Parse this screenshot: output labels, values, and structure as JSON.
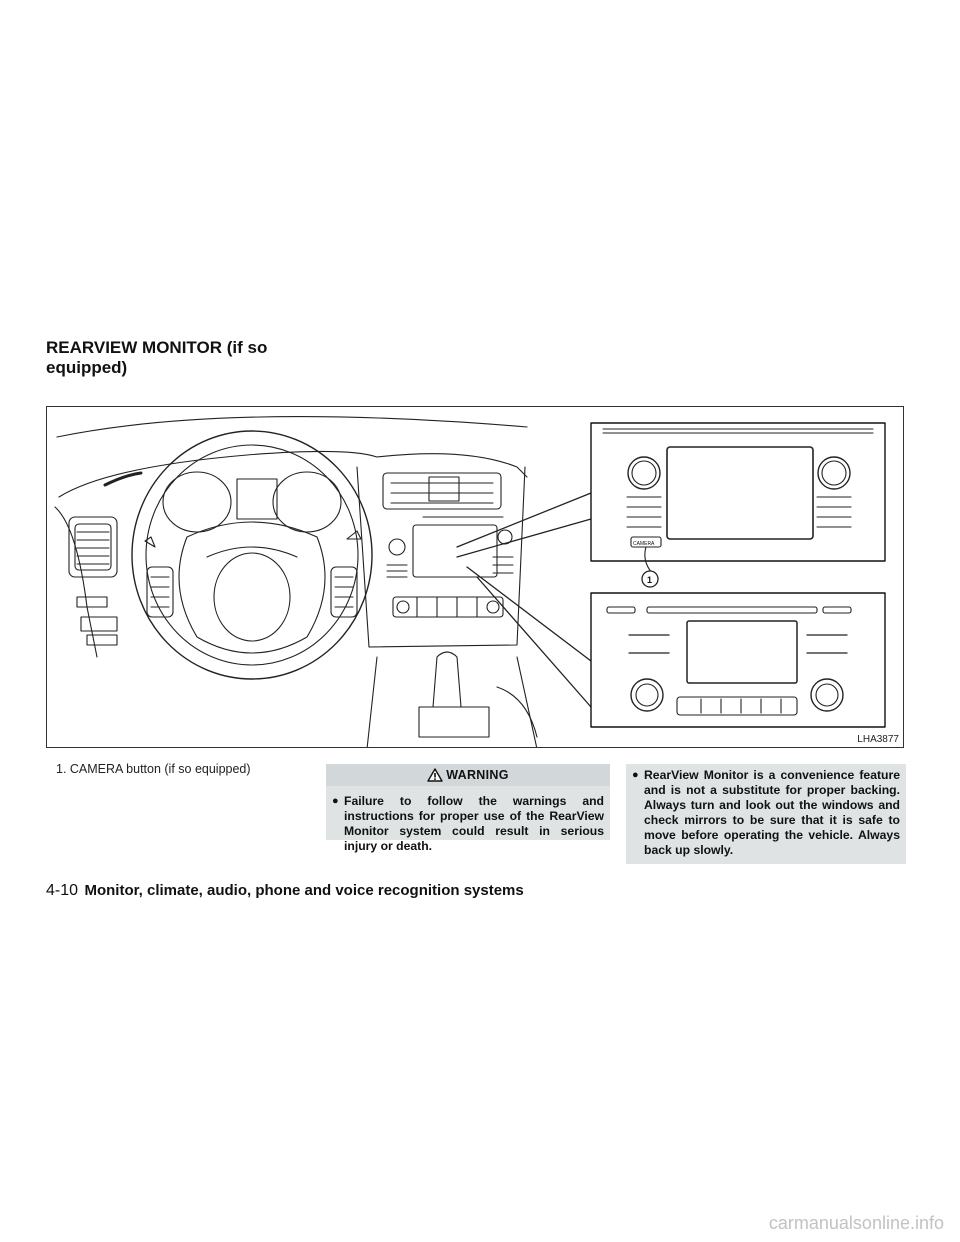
{
  "section": {
    "title": "REARVIEW MONITOR (if so equipped)"
  },
  "figure": {
    "code": "LHA3877",
    "callout_number": "1",
    "camera_label": "CAMERA"
  },
  "caption": {
    "text": "1. CAMERA button (if so equipped)"
  },
  "warning": {
    "header": "WARNING",
    "bullets": [
      "Failure to follow the warnings and instructions for proper use of the RearView Monitor system could result in serious injury or death.",
      "RearView Monitor is a convenience feature and is not a substitute for proper backing. Always turn and look out the windows and check mirrors to be sure that it is safe to move before operating the vehicle. Always back up slowly."
    ]
  },
  "footer": {
    "page_number": "4-10",
    "chapter": "Monitor, climate, audio, phone and voice recognition systems"
  },
  "watermark": "carmanualsonline.info"
}
